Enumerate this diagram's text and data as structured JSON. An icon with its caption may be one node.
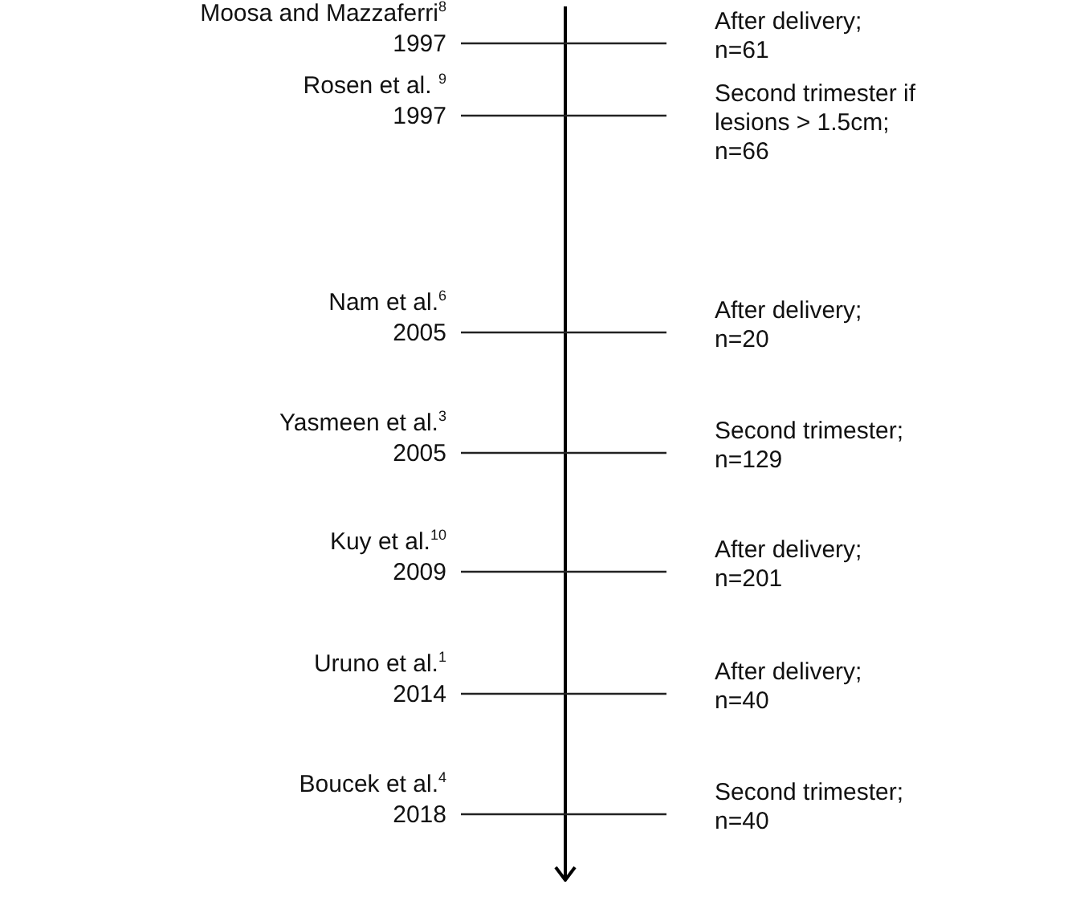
{
  "diagram": {
    "labels": [
      "Moosa and Mazzaferri$^{8}$",
      "1997",
      "After delivery; n=61",
      "Rosen et al. $^{9}$",
      "1997",
      "Second trimester if lesions > 1.5cm; n=66",
      "Nam et al.$^{6}$",
      "2005",
      "After delivery; n=20",
      "Yasmeen et al.$^{3}$",
      "2005",
      "Second trimester; n=129",
      "Kuy et al.$^{10}$",
      "2009",
      "After delivery; n=201",
      "Uruno et al.$^{1}$",
      "2014",
      "After delivery; n=40",
      "Boucek et al.$^{4}$",
      "2018",
      "Second trimester; n=40"
    ]
  }
}
